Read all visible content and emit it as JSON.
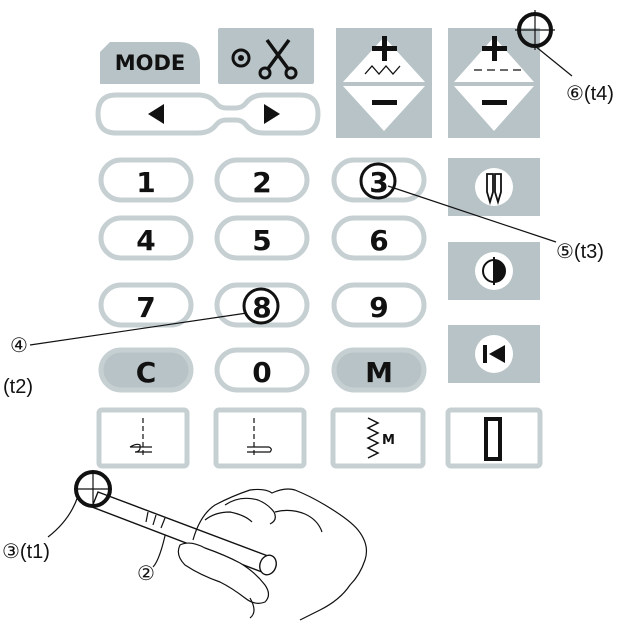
{
  "panel": {
    "mode_label": "MODE",
    "numpad": [
      "1",
      "2",
      "3",
      "4",
      "5",
      "6",
      "7",
      "8",
      "9",
      "C",
      "0",
      "M"
    ],
    "m_stitch_label": "M"
  },
  "callouts": {
    "c6": "⑥(t4)",
    "c5": "⑤(t3)",
    "c4_num": "④",
    "c4_tag": "(t2)",
    "c3": "③(t1)",
    "c2": "②"
  },
  "icons": {
    "mode_key": "mode-key",
    "thread_cutter": "needle-scissors-icon",
    "arrow_left": "arrow-left-icon",
    "arrow_right": "arrow-right-icon",
    "stitch_width": "zigzag-plus-minus-icon",
    "stitch_length": "dashed-plus-minus-icon",
    "twin_needle": "twin-needle-icon",
    "mirror": "half-circle-icon",
    "restart": "restart-icon",
    "stylus": "stylus-pen-icon"
  },
  "colors": {
    "key_grey": "#b7c3c6",
    "key_border": "#c6d0d2",
    "ink": "#111111"
  }
}
